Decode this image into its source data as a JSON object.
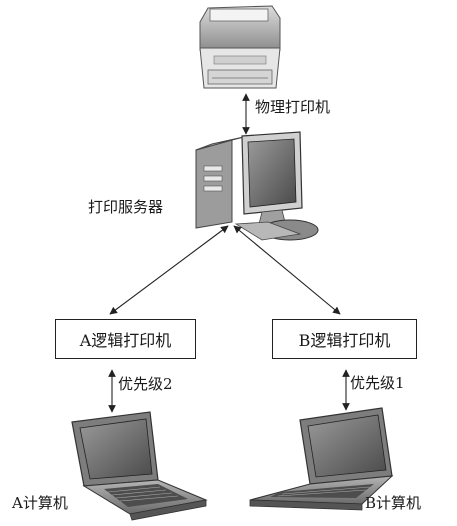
{
  "nodes": {
    "physical_printer": "物理打印机",
    "print_server": "打印服务器",
    "logical_printer_a": "A逻辑打印机",
    "logical_printer_b": "B逻辑打印机",
    "computer_a": "A计算机",
    "computer_b": "B计算机"
  },
  "priorities": {
    "a": "优先级2",
    "b": "优先级1"
  }
}
